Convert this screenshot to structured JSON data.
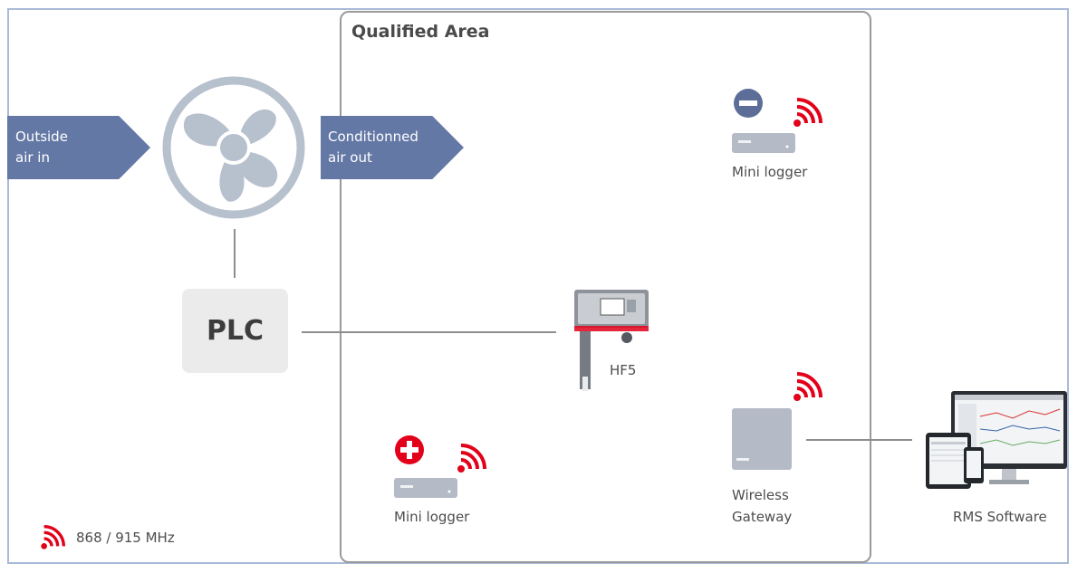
{
  "diagram": {
    "qualified_area_title": "Qualified Area",
    "outside_air": {
      "line1": "Outside",
      "line2": "air in"
    },
    "conditioned_air": {
      "line1": "Conditionned",
      "line2": "air out"
    },
    "plc_label": "PLC",
    "hf5_label": "HF5",
    "mini_logger_top_label": "Mini logger",
    "mini_logger_bottom_label": "Mini logger",
    "gateway": {
      "line1": "Wireless",
      "line2": "Gateway"
    },
    "rms_label": "RMS Software",
    "legend_label": "868 / 915 MHz"
  },
  "colors": {
    "arrow_fill": "#6478a6",
    "fan_color": "#b7c0cd",
    "wireless_red": "#e2001a",
    "minus_badge": "#5c6e98",
    "plus_badge": "#e2001a",
    "device_gray": "#b4bbc6"
  },
  "icons": [
    "fan-icon",
    "wireless-signal-icon",
    "minus-badge-icon",
    "plus-badge-icon",
    "mini-logger-icon",
    "hf5-transmitter-icon",
    "wireless-gateway-icon",
    "rms-devices-icon"
  ]
}
